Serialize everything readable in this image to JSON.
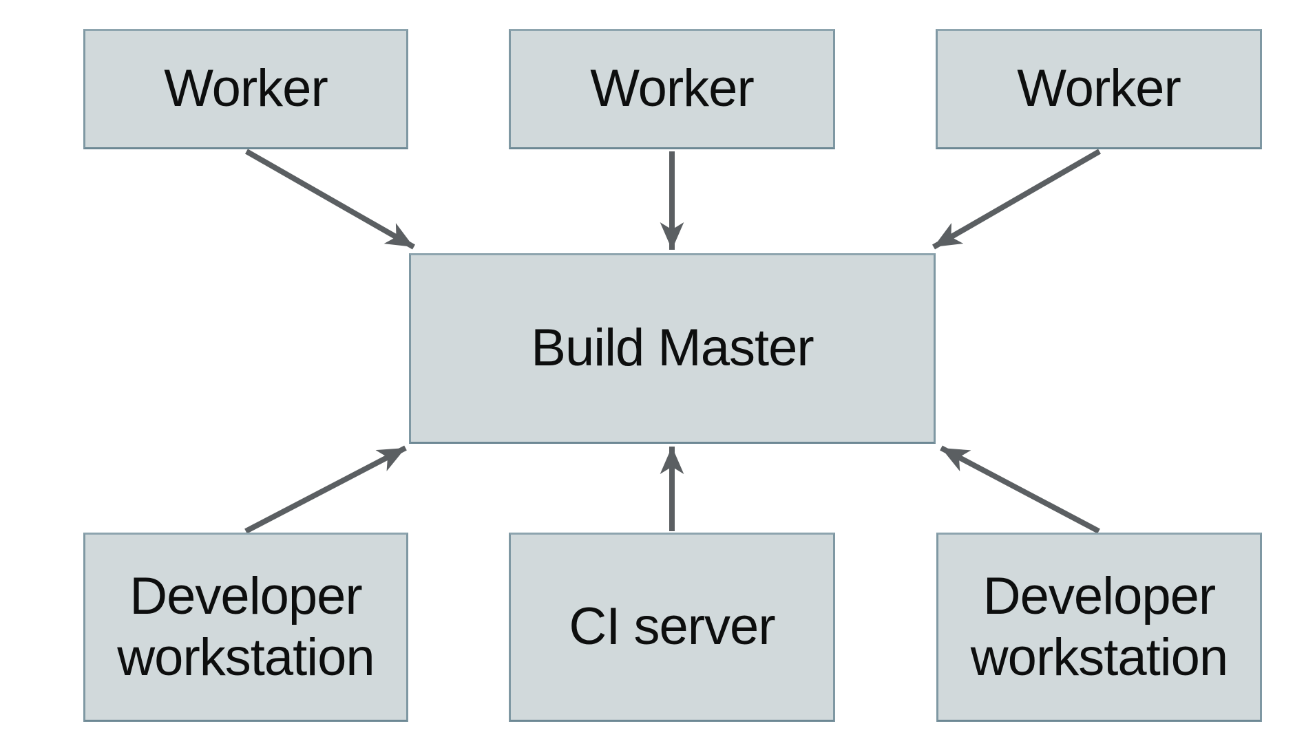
{
  "diagram": {
    "type": "architecture-flow",
    "background": "#ffffff",
    "nodes": [
      {
        "id": "worker-1",
        "label": "Worker"
      },
      {
        "id": "worker-2",
        "label": "Worker"
      },
      {
        "id": "worker-3",
        "label": "Worker"
      },
      {
        "id": "build-master",
        "label": "Build Master"
      },
      {
        "id": "dev-workstation-1",
        "label": "Developer workstation"
      },
      {
        "id": "ci-server",
        "label": "CI server"
      },
      {
        "id": "dev-workstation-2",
        "label": "Developer workstation"
      }
    ],
    "edges": [
      {
        "from": "worker-1",
        "to": "build-master"
      },
      {
        "from": "worker-2",
        "to": "build-master"
      },
      {
        "from": "worker-3",
        "to": "build-master"
      },
      {
        "from": "dev-workstation-1",
        "to": "build-master"
      },
      {
        "from": "ci-server",
        "to": "build-master"
      },
      {
        "from": "dev-workstation-2",
        "to": "build-master"
      }
    ],
    "colors": {
      "node_fill": "#d1d9db",
      "node_border": "#7f98a3",
      "arrow": "#5b5f62",
      "text": "#0d0e0e",
      "background": "#ffffff"
    }
  }
}
